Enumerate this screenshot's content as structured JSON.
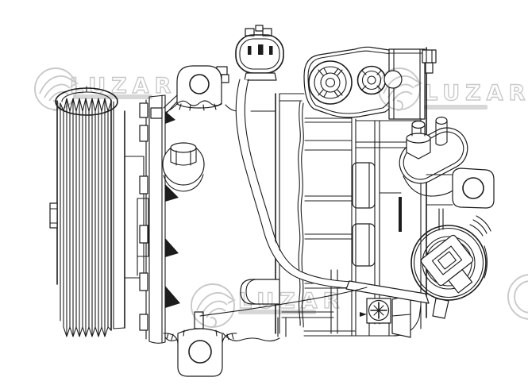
{
  "figure": {
    "type": "technical-line-drawing",
    "subject": "automotive air-conditioning compressor, side view with ribbed drive pulley, electrical connectors, mounting ears and wiring"
  },
  "colors": {
    "background": "#ffffff",
    "line": "#1c1c1c",
    "watermark": "#bcbcbc"
  },
  "watermark": {
    "brand": "LUZAR",
    "instances": [
      {
        "position": "top-left",
        "text": "LUZAR"
      },
      {
        "position": "top-right",
        "text": "LUZAR"
      },
      {
        "position": "bottom-center",
        "text": "LUZAR"
      },
      {
        "position": "right-edge-partial",
        "text": ""
      }
    ]
  },
  "parts": {
    "pulley": "multi-groove drive pulley",
    "top_connector": "3-pin electrical connector",
    "port_plate": "suction/discharge port bracket",
    "stud_flange": "two-stud fitting flange",
    "clutch_connector": "round clutch coil connector",
    "mounting": "mounting ears and foot with bolt holes"
  }
}
